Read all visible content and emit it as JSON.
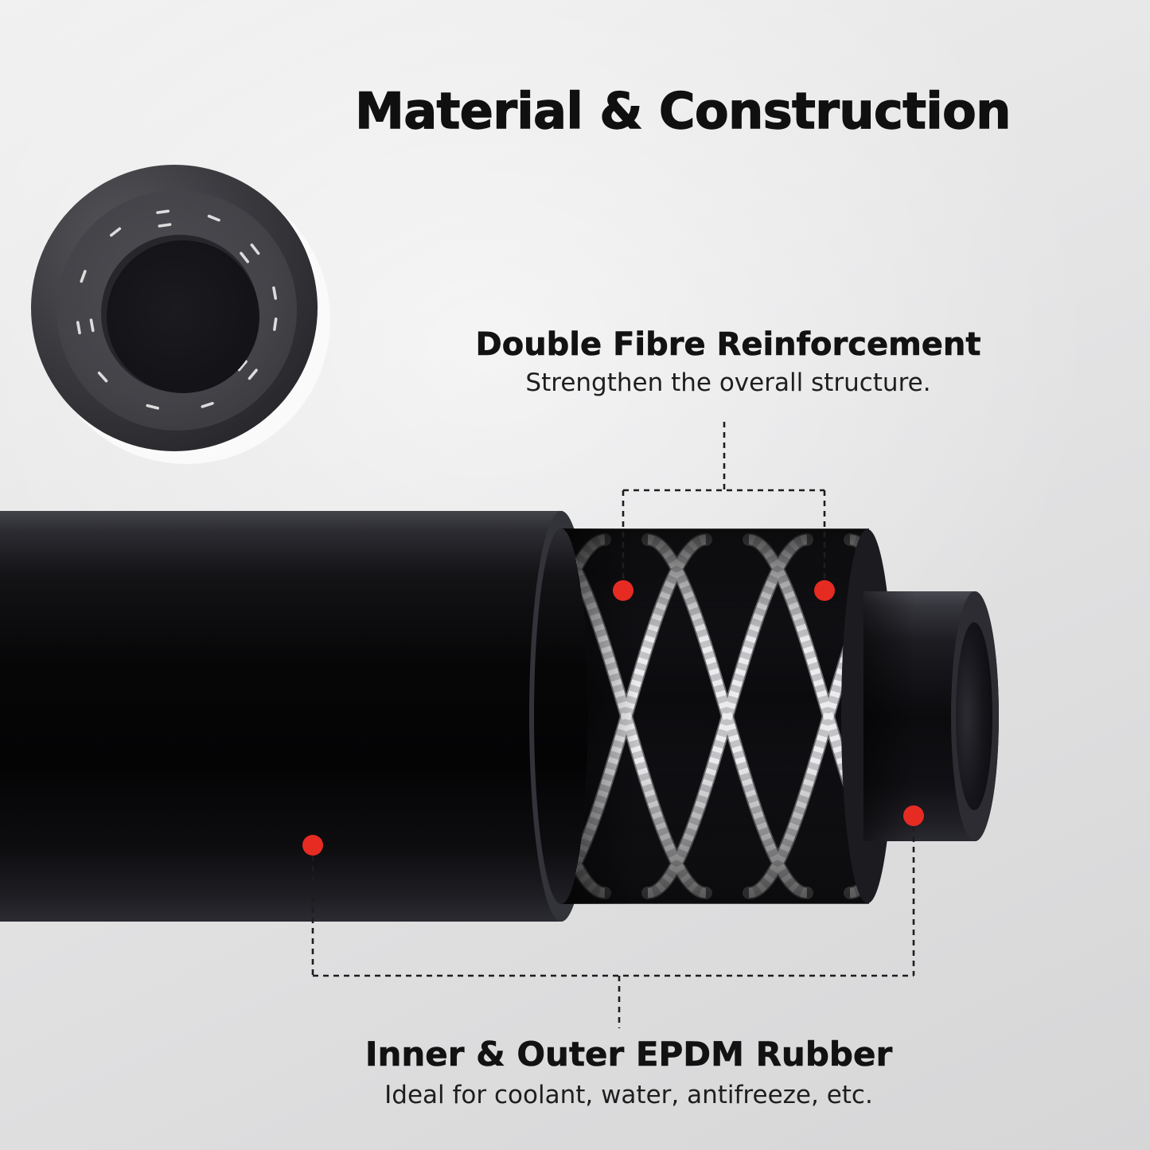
{
  "page": {
    "title": "Material & Construction"
  },
  "callouts": {
    "fibre": {
      "heading": "Double Fibre Reinforcement",
      "subheading": "Strengthen the overall structure."
    },
    "rubber": {
      "heading": "Inner & Outer EPDM Rubber",
      "subheading": "Ideal for coolant, water, antifreeze, etc."
    }
  },
  "illustrations": {
    "cross_section": "hose-cross-section-photo",
    "cutaway": "hose-cutaway-illustration",
    "markers": "red-marker-dot"
  },
  "colors": {
    "accent_red": "#e62b23",
    "connector_line": "#1d1d1d",
    "title_text": "#101010",
    "background_top": "#f1f1f1",
    "background_bottom": "#d6d6d7"
  }
}
